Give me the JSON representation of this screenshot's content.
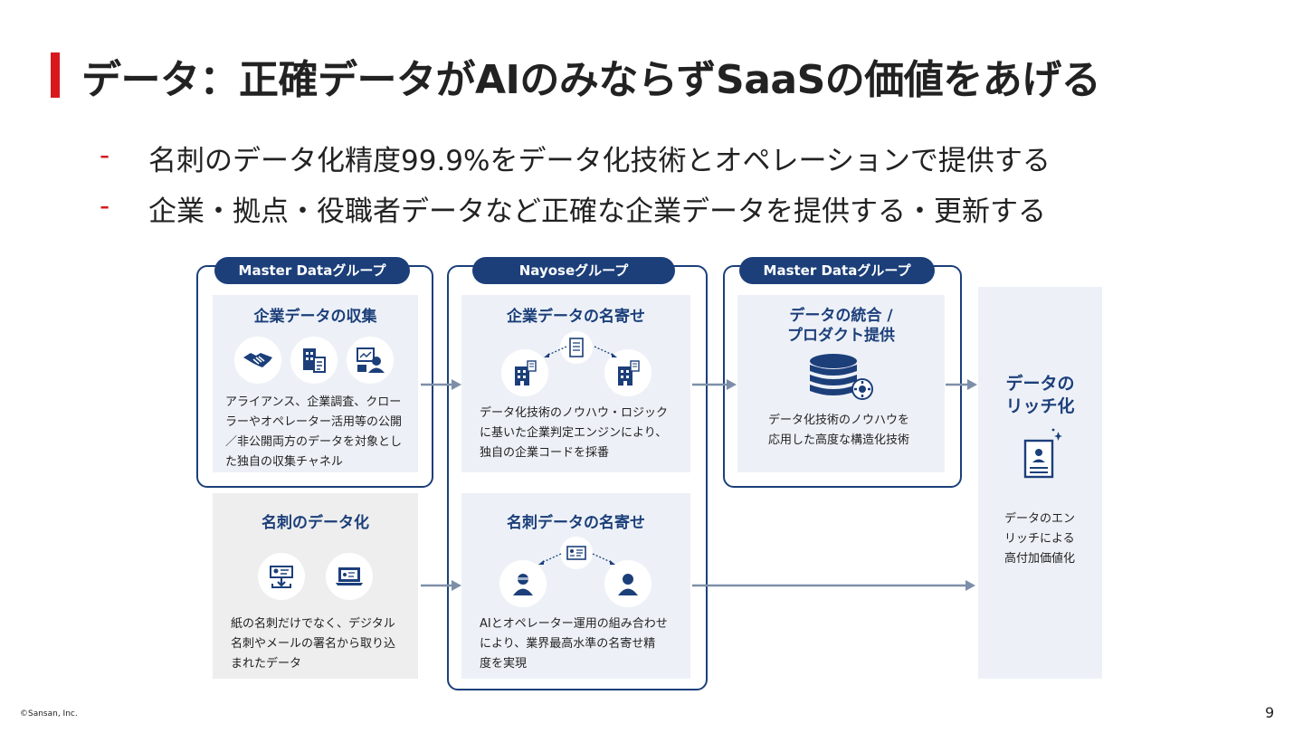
{
  "title": "データ：正確データがAIのみならずSaaSの価値をあげる",
  "bullets": [
    "名刺のデータ化精度99.9%をデータ化技術とオペレーションで提供する",
    "企業・拠点・役職者データなど正確な企業データを提供する・更新する"
  ],
  "bullet_marker": "-",
  "groups": {
    "g1": "Master Dataグループ",
    "g2": "Nayoseグループ",
    "g3": "Master Dataグループ"
  },
  "cards": {
    "collect": {
      "title": "企業データの収集",
      "desc": "アライアンス、企業調査、クロー\nラーやオペレーター活用等の公開\n／非公開両方のデータを対象とし\nた独自の収集チャネル"
    },
    "meishi": {
      "title": "名刺のデータ化",
      "desc": "紙の名刺だけでなく、デジタル\n名刺やメールの署名から取り込\nまれたデータ"
    },
    "company_nayose": {
      "title": "企業データの名寄せ",
      "desc": "データ化技術のノウハウ・ロジック\nに基いた企業判定エンジンにより、\n独自の企業コードを採番"
    },
    "meishi_nayose": {
      "title": "名刺データの名寄せ",
      "desc": "AIとオペレーター運用の組み合わせ\nにより、業界最高水準の名寄せ精\n度を実現"
    },
    "integrate": {
      "title": "データの統合 /\nプロダクト提供",
      "desc": "データ化技術のノウハウを\n応用した高度な構造化技術"
    },
    "rich": {
      "title": "データの\nリッチ化",
      "desc": "データのエン\nリッチによる\n高付加価値化"
    }
  },
  "icons": [
    "handshake-icon",
    "building-document-icon",
    "operator-icon",
    "scan-card-icon",
    "laptop-card-icon",
    "document-icon",
    "building-icon",
    "card-icon",
    "person-icon",
    "database-gear-icon",
    "profile-sheet-icon"
  ],
  "colors": {
    "accent_red": "#d7191d",
    "navy": "#1c3f7a",
    "card_blue": "#edf1f7",
    "card_gray": "#eeeeee",
    "arrow": "#7d8fa8"
  },
  "footer": {
    "copyright": "©Sansan, Inc.",
    "page_number": "9"
  }
}
